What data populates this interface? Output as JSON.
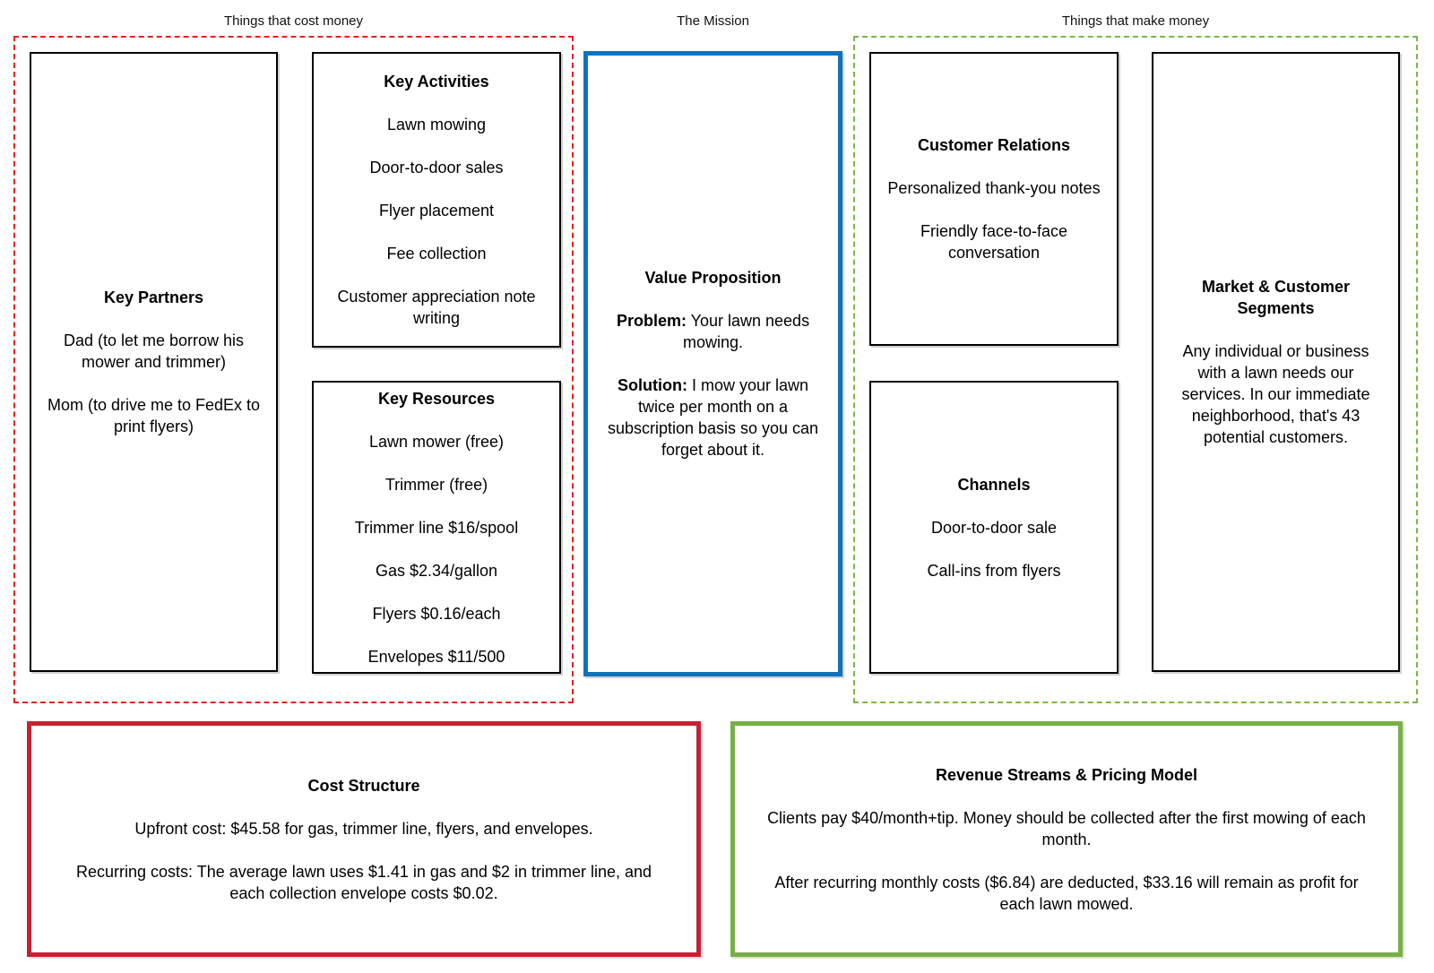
{
  "colors": {
    "cost_dashed": "#e0231c",
    "mission_blue": "#1072ba",
    "make_dashed": "#7ab648",
    "cost_solid": "#c62132",
    "revenue_solid": "#76b043"
  },
  "sections": {
    "cost_money": {
      "label": "Things that cost money",
      "boxes": {
        "key_partners": {
          "title": "Key Partners",
          "items": [
            "Dad (to let me borrow his mower and trimmer)",
            "Mom (to drive me to FedEx to print flyers)"
          ]
        },
        "key_activities": {
          "title": "Key Activities",
          "items": [
            "Lawn mowing",
            "Door-to-door sales",
            "Flyer placement",
            "Fee collection",
            "Customer appreciation note writing"
          ]
        },
        "key_resources": {
          "title": "Key Resources",
          "items": [
            "Lawn mower (free)",
            "Trimmer (free)",
            "Trimmer line $16/spool",
            "Gas $2.34/gallon",
            "Flyers $0.16/each",
            "Envelopes $11/500"
          ]
        }
      }
    },
    "mission": {
      "label": "The Mission",
      "box": {
        "title": "Value Proposition",
        "paragraphs": [
          {
            "lead": "Problem:",
            "text": " Your lawn needs mowing."
          },
          {
            "lead": "Solution:",
            "text": " I mow your lawn twice per month on a subscription basis so you can forget about it."
          }
        ]
      }
    },
    "make_money": {
      "label": "Things that make money",
      "boxes": {
        "customer_relations": {
          "title": "Customer Relations",
          "items": [
            "Personalized thank-you notes",
            "Friendly face-to-face conversation"
          ]
        },
        "channels": {
          "title": "Channels",
          "items": [
            "Door-to-door sale",
            "Call-ins from flyers"
          ]
        },
        "market_segments": {
          "title": "Market & Customer Segments",
          "items": [
            "Any individual or business with a lawn needs our services. In our immediate neighborhood, that's 43 potential customers."
          ]
        }
      }
    }
  },
  "bottom": {
    "cost_structure": {
      "title": "Cost Structure",
      "paragraphs": [
        "Upfront cost: $45.58 for gas, trimmer line, flyers, and envelopes.",
        "Recurring costs: The average lawn uses $1.41 in gas and $2 in trimmer line, and each collection envelope costs $0.02."
      ]
    },
    "revenue_streams": {
      "title": "Revenue Streams & Pricing Model",
      "paragraphs": [
        "Clients pay $40/month+tip. Money should be collected after the first mowing of each month.",
        "After recurring monthly costs ($6.84) are deducted, $33.16 will remain as profit for each lawn mowed."
      ]
    }
  }
}
